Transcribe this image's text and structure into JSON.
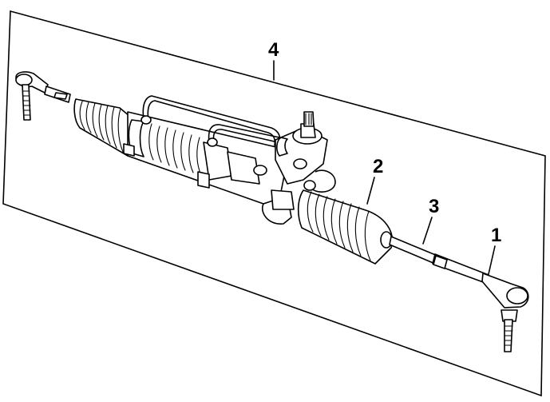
{
  "diagram": {
    "callouts": [
      {
        "id": "label-4",
        "text": "4"
      },
      {
        "id": "label-2",
        "text": "2"
      },
      {
        "id": "label-3",
        "text": "3"
      },
      {
        "id": "label-1",
        "text": "1"
      }
    ]
  }
}
